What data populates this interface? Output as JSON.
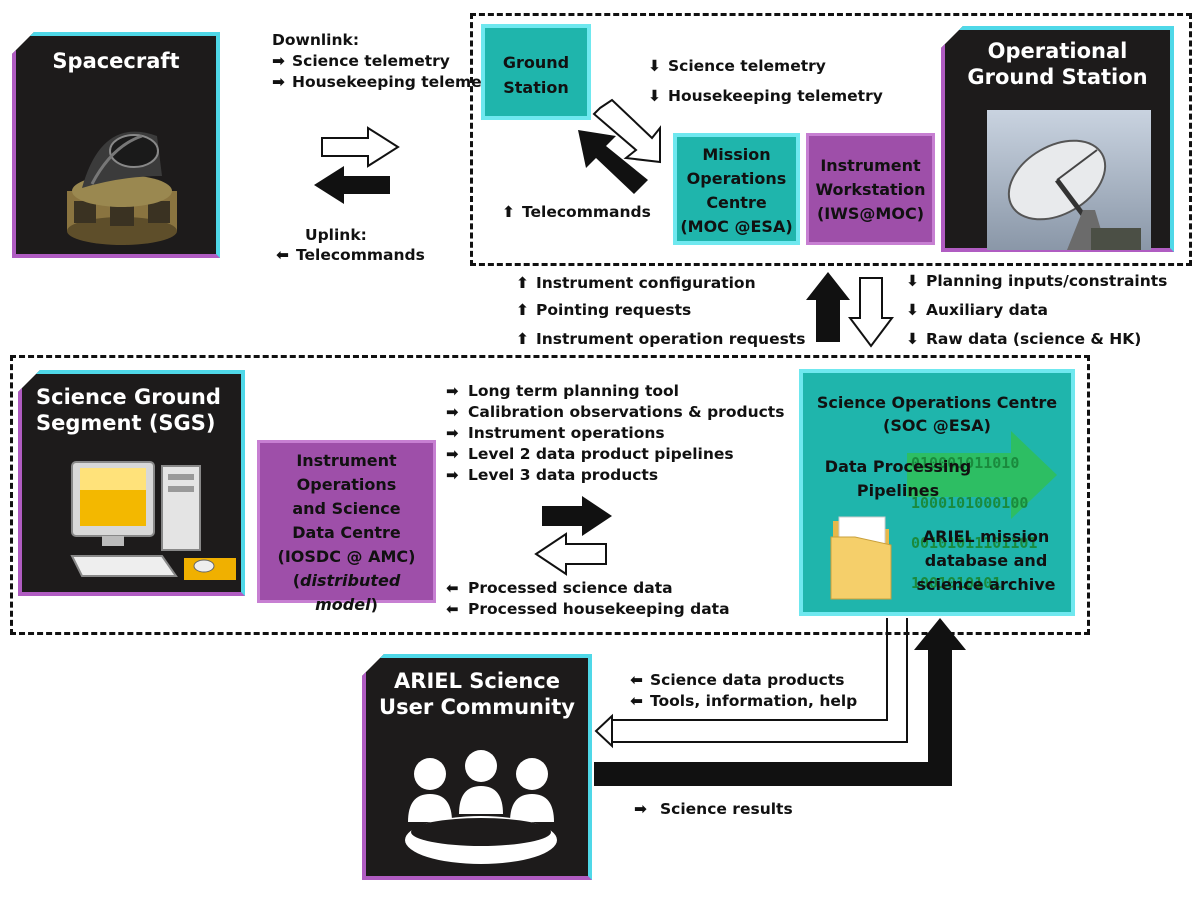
{
  "colors": {
    "teal": "#1fb5ac",
    "teal_border": "#6fe8ef",
    "purple": "#9e4fa9",
    "dark_panel": "#1d1b1b",
    "cyan_edge": "#4fd8e8",
    "purple_edge": "#b05cc2"
  },
  "spacecraft": {
    "title": "Spacecraft",
    "downlink_heading": "Downlink:",
    "downlink_items": [
      "Science telemetry",
      "Housekeeping telemetry"
    ],
    "uplink_heading": "Uplink:",
    "uplink_items": [
      "Telecommands"
    ]
  },
  "ground": {
    "station_label": "Ground\nStation",
    "down_items": [
      "Science telemetry",
      "Housekeeping telemetry"
    ],
    "telecommands": "Telecommands",
    "moc_label": "Mission\nOperations\nCentre\n(MOC @ESA)",
    "iws_label": "Instrument\nWorkstation\n(IWS@MOC)",
    "ops_title": "Operational\nGround Station"
  },
  "between": {
    "up_items": [
      "Instrument configuration",
      "Pointing requests",
      "Instrument operation requests"
    ],
    "down_items": [
      "Planning inputs/constraints",
      "Auxiliary data",
      "Raw data (science & HK)"
    ]
  },
  "sgs": {
    "title": "Science Ground\nSegment (SGS)",
    "iosdc_lines": [
      "Instrument",
      "Operations",
      "and Science",
      "Data Centre",
      "(IOSDC @ AMC)"
    ],
    "iosdc_model": "distributed model",
    "to_soc_items": [
      "Long term planning tool",
      "Calibration observations & products",
      "Instrument operations",
      "Level 2 data product pipelines",
      "Level 3 data products"
    ],
    "from_soc_items": [
      "Processed science data",
      "Processed housekeeping data"
    ],
    "soc_title": "Science Operations Centre\n(SOC @ESA)",
    "pipelines_label": "Data Processing\nPipelines",
    "archive_label": "ARIEL mission\ndatabase and\nscience archive",
    "binary_text": [
      "010001011010",
      "1000101000100",
      "00101011101101",
      "1001010101"
    ]
  },
  "community": {
    "title": "ARIEL Science\nUser Community",
    "to_items": [
      "Science data products",
      "Tools, information, help"
    ],
    "from_item": "Science results"
  },
  "icons": [
    "arrow-right-icon",
    "arrow-left-icon",
    "arrow-up-icon",
    "arrow-down-icon",
    "satellite-icon",
    "dish-antenna-icon",
    "computer-icon",
    "folder-icon",
    "people-icon"
  ]
}
